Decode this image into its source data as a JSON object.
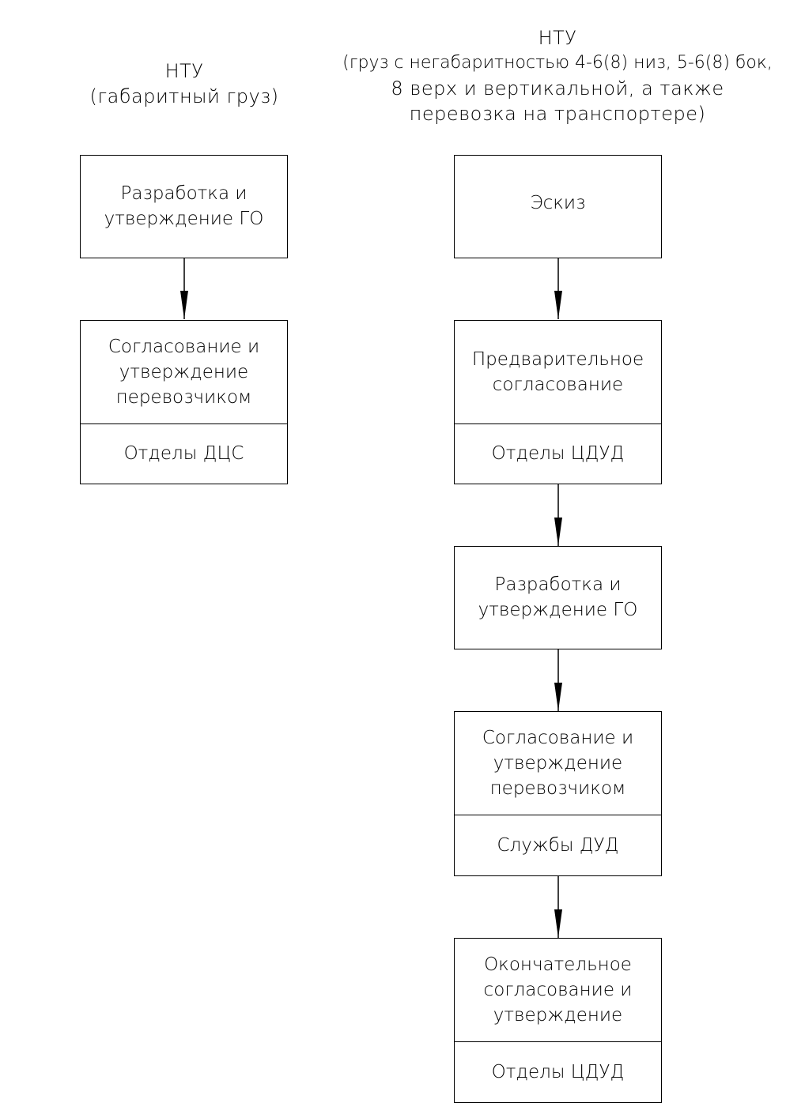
{
  "left_column": {
    "heading": [
      "НТУ",
      "(габаритный груз)"
    ],
    "boxes": [
      {
        "title": [
          "Разработка и",
          "утверждение ГО"
        ]
      },
      {
        "title": [
          "Согласование и",
          "утверждение",
          "перевозчиком"
        ],
        "sub": "Отделы ДЦС"
      }
    ]
  },
  "right_column": {
    "heading": [
      "НТУ",
      "(груз с негабаритностью 4-6(8) низ, 5-6(8) бок,",
      "8 верх и вертикальной, а также",
      "перевозка на транспортере)"
    ],
    "boxes": [
      {
        "title": [
          "Эскиз"
        ]
      },
      {
        "title": [
          "Предварительное",
          "согласование"
        ],
        "sub": "Отделы ЦДУД"
      },
      {
        "title": [
          "Разработка и",
          "утверждение ГО"
        ]
      },
      {
        "title": [
          "Согласование и",
          "утверждение",
          "перевозчиком"
        ],
        "sub": "Службы ДУД"
      },
      {
        "title": [
          "Окончательное",
          "согласование и",
          "утверждение"
        ],
        "sub": "Отделы ЦДУД"
      }
    ]
  }
}
